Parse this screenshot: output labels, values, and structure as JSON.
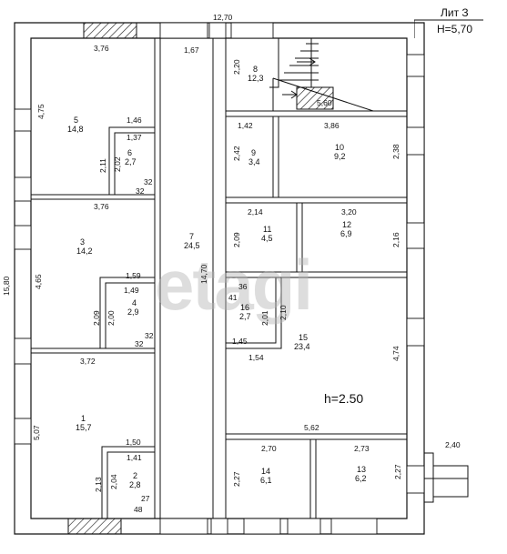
{
  "header": {
    "lit": "Лит З",
    "height": "H=5,70"
  },
  "note": {
    "ceiling": "h=2.50"
  },
  "watermark": "etagi",
  "rooms": [
    {
      "id": "room-1",
      "num": "1",
      "area": "15,7"
    },
    {
      "id": "room-2",
      "num": "2",
      "area": "2,8"
    },
    {
      "id": "room-3",
      "num": "3",
      "area": "14,2"
    },
    {
      "id": "room-4",
      "num": "4",
      "area": "2,9"
    },
    {
      "id": "room-5",
      "num": "5",
      "area": "14,8"
    },
    {
      "id": "room-6",
      "num": "6",
      "area": "2,7"
    },
    {
      "id": "room-7",
      "num": "7",
      "area": "24,5"
    },
    {
      "id": "room-8",
      "num": "8",
      "area": "12,3"
    },
    {
      "id": "room-9",
      "num": "9",
      "area": "3,4"
    },
    {
      "id": "room-10",
      "num": "10",
      "area": "9,2"
    },
    {
      "id": "room-11",
      "num": "11",
      "area": "4,5"
    },
    {
      "id": "room-12",
      "num": "12",
      "area": "6,9"
    },
    {
      "id": "room-13",
      "num": "13",
      "area": "6,2"
    },
    {
      "id": "room-14",
      "num": "14",
      "area": "6,1"
    },
    {
      "id": "room-15",
      "num": "15",
      "area": "23,4"
    },
    {
      "id": "room-16",
      "num": "16",
      "area": "2,7"
    }
  ],
  "dims": {
    "top_total": "12,70",
    "left_total": "15,80",
    "d_376a": "3,76",
    "d_475": "4,75",
    "d_146": "1,46",
    "d_137": "1,37",
    "d_211": "2,11",
    "d_202": "2,02",
    "d_32a": "32",
    "d_32b": "32",
    "d_376b": "3,76",
    "d_465": "4,65",
    "d_159": "1,59",
    "d_149": "1,49",
    "d_209a": "2,09",
    "d_200": "2,00",
    "d_32c": "32",
    "d_32d": "32",
    "d_372": "3,72",
    "d_507": "5,07",
    "d_150": "1,50",
    "d_141": "1,41",
    "d_213": "2,13",
    "d_204": "2,04",
    "d_27": "27",
    "d_48": "48",
    "d_167": "1,67",
    "d_1470": "14,70",
    "d_220": "2,20",
    "d_560": "5,60",
    "d_142": "1,42",
    "d_386": "3,86",
    "d_242": "2,42",
    "d_238": "2,38",
    "d_214": "2,14",
    "d_320": "3,20",
    "d_209b": "2,09",
    "d_216": "2,16",
    "d_36": "36",
    "d_41": "41",
    "d_201": "2,01",
    "d_210": "2,10",
    "d_145": "1,45",
    "d_154": "1,54",
    "d_474": "4,74",
    "d_562": "5,62",
    "d_270": "2,70",
    "d_273": "2,73",
    "d_227a": "2,27",
    "d_227b": "2,27",
    "d_240": "2,40"
  }
}
